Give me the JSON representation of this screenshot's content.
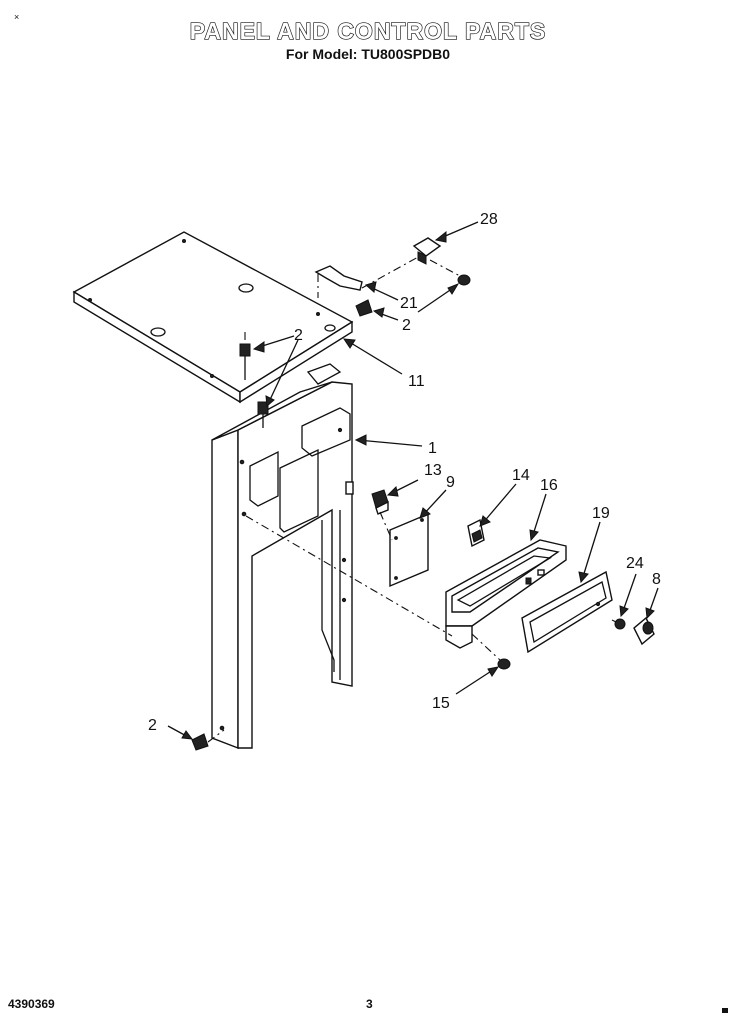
{
  "header": {
    "title": "PANEL AND CONTROL PARTS",
    "subtitle": "For Model: TU800SPDB0",
    "corner_mark": "×"
  },
  "footer": {
    "doc_number": "4390369",
    "page_number": "3"
  },
  "callouts": [
    {
      "id": "c28",
      "label": "28"
    },
    {
      "id": "c21",
      "label": "21"
    },
    {
      "id": "c2a",
      "label": "2"
    },
    {
      "id": "c2b",
      "label": "2"
    },
    {
      "id": "c11",
      "label": "11"
    },
    {
      "id": "c1",
      "label": "1"
    },
    {
      "id": "c13",
      "label": "13"
    },
    {
      "id": "c9",
      "label": "9"
    },
    {
      "id": "c14",
      "label": "14"
    },
    {
      "id": "c16",
      "label": "16"
    },
    {
      "id": "c19",
      "label": "19"
    },
    {
      "id": "c24",
      "label": "24"
    },
    {
      "id": "c8",
      "label": "8"
    },
    {
      "id": "c15",
      "label": "15"
    },
    {
      "id": "c2c",
      "label": "2"
    }
  ]
}
